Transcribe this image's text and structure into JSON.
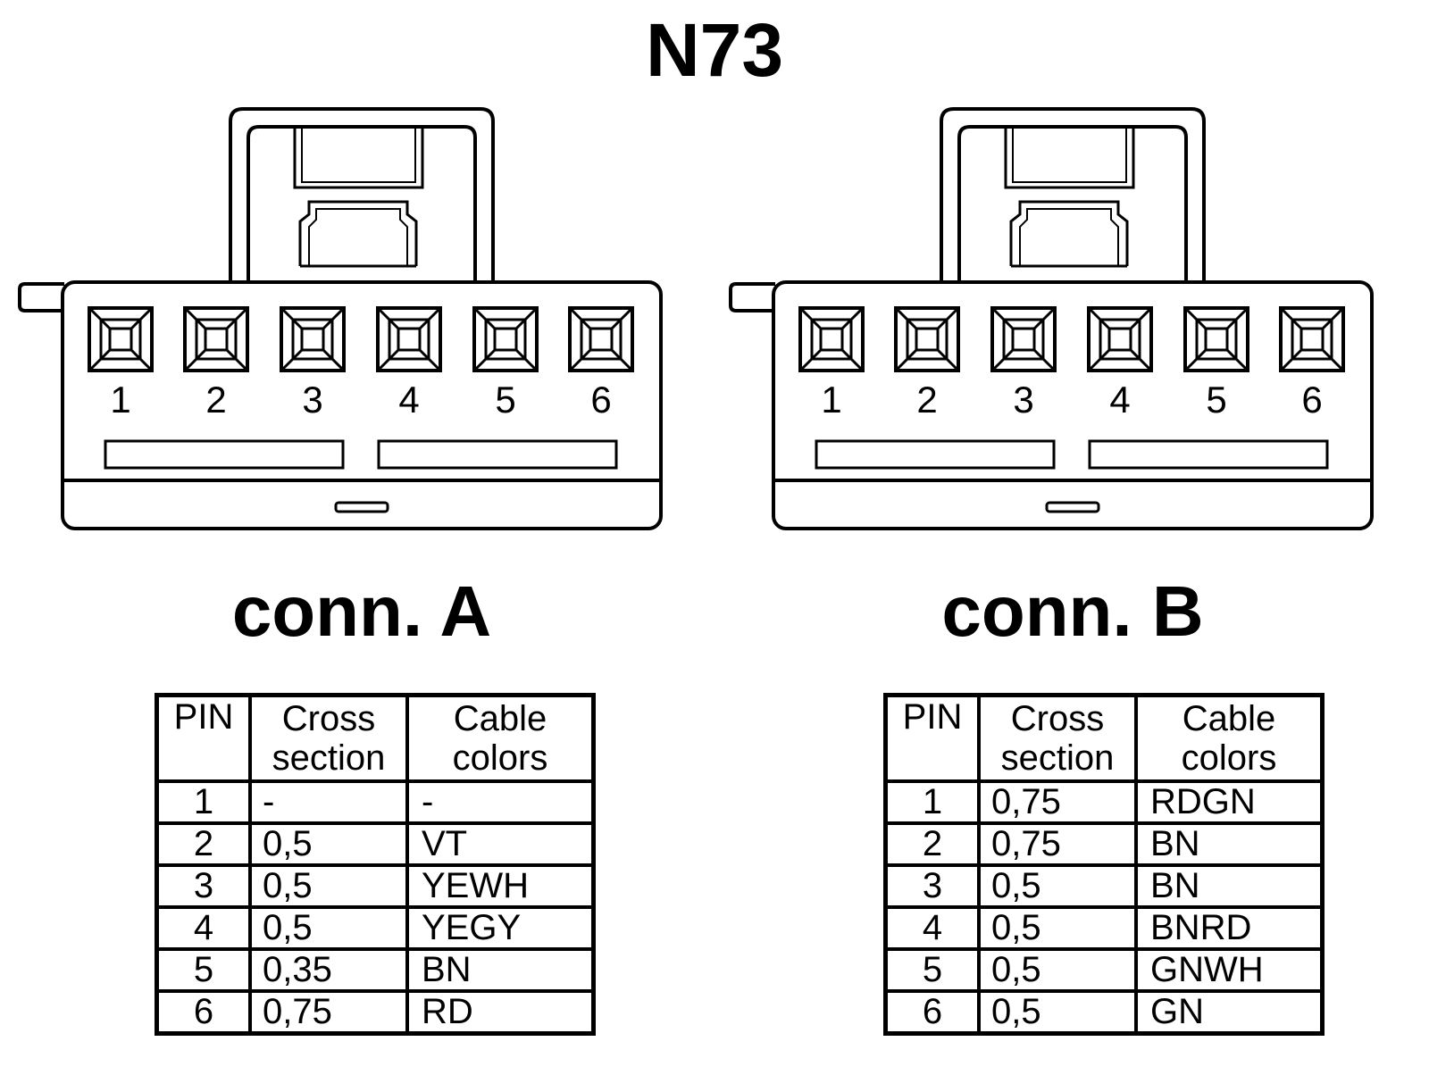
{
  "title": "N73",
  "connectors": [
    {
      "label": "conn. A",
      "pin_numbers": [
        "1",
        "2",
        "3",
        "4",
        "5",
        "6"
      ],
      "table": {
        "headers": {
          "pin": "PIN",
          "cross_section": "Cross section",
          "cable_colors": "Cable colors"
        },
        "rows": [
          {
            "pin": "1",
            "cross_section": "-",
            "cable_colors": "-"
          },
          {
            "pin": "2",
            "cross_section": "0,5",
            "cable_colors": "VT"
          },
          {
            "pin": "3",
            "cross_section": "0,5",
            "cable_colors": "YEWH"
          },
          {
            "pin": "4",
            "cross_section": "0,5",
            "cable_colors": "YEGY"
          },
          {
            "pin": "5",
            "cross_section": "0,35",
            "cable_colors": "BN"
          },
          {
            "pin": "6",
            "cross_section": "0,75",
            "cable_colors": "RD"
          }
        ]
      }
    },
    {
      "label": "conn. B",
      "pin_numbers": [
        "1",
        "2",
        "3",
        "4",
        "5",
        "6"
      ],
      "table": {
        "headers": {
          "pin": "PIN",
          "cross_section": "Cross section",
          "cable_colors": "Cable colors"
        },
        "rows": [
          {
            "pin": "1",
            "cross_section": "0,75",
            "cable_colors": "RDGN"
          },
          {
            "pin": "2",
            "cross_section": "0,75",
            "cable_colors": "BN"
          },
          {
            "pin": "3",
            "cross_section": "0,5",
            "cable_colors": "BN"
          },
          {
            "pin": "4",
            "cross_section": "0,5",
            "cable_colors": "BNRD"
          },
          {
            "pin": "5",
            "cross_section": "0,5",
            "cable_colors": "GNWH"
          },
          {
            "pin": "6",
            "cross_section": "0,5",
            "cable_colors": "GN"
          }
        ]
      }
    }
  ]
}
